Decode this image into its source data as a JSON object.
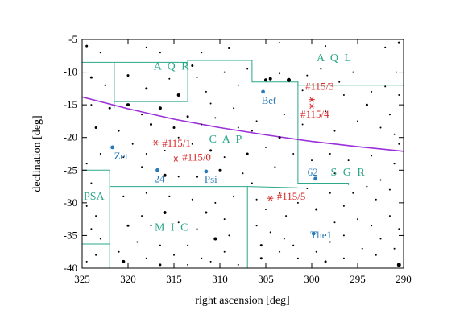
{
  "chart_data": {
    "type": "scatter",
    "xlabel": "right ascension [deg]",
    "ylabel": "declination [deg]",
    "xlim": [
      325,
      290
    ],
    "ylim": [
      -40,
      -5
    ],
    "x_ticks": [
      325,
      320,
      315,
      310,
      305,
      300,
      295,
      290
    ],
    "y_ticks": [
      -5,
      -10,
      -15,
      -20,
      -25,
      -30,
      -35,
      -40
    ],
    "grid": false,
    "colors": {
      "boundary": "#2aa889",
      "ecliptic": "#9b30d9",
      "named_star": "#2a7ab8",
      "target": "#d92b2b",
      "field_star": "#000000"
    },
    "constellations": [
      {
        "label": "A Q R",
        "ra": 315.2,
        "dec": -9.6
      },
      {
        "label": "A Q L",
        "ra": 297.5,
        "dec": -8.3
      },
      {
        "label": "C A P",
        "ra": 309.3,
        "dec": -20.8
      },
      {
        "label": "S G R",
        "ra": 296.0,
        "dec": -25.8
      },
      {
        "label": "P S A",
        "text": "PSA",
        "ra": 323.7,
        "dec": -29.5
      },
      {
        "label": "M I C",
        "ra": 315.2,
        "dec": -34.3
      }
    ],
    "ecliptic": [
      {
        "ra": 325,
        "dec": -13.8
      },
      {
        "ra": 320,
        "dec": -15.6
      },
      {
        "ra": 315,
        "dec": -17.2
      },
      {
        "ra": 310,
        "dec": -18.5
      },
      {
        "ra": 305,
        "dec": -19.6
      },
      {
        "ra": 300,
        "dec": -20.6
      },
      {
        "ra": 295,
        "dec": -21.4
      },
      {
        "ra": 290,
        "dec": -22.1
      }
    ],
    "boundaries": [
      [
        [
          325,
          -8.5
        ],
        [
          321.5,
          -8.5
        ],
        [
          321.5,
          -14.5
        ],
        [
          313.5,
          -14.5
        ],
        [
          313.5,
          -8.5
        ],
        [
          325,
          -8.5
        ]
      ],
      [
        [
          313.5,
          -8.5
        ],
        [
          313.5,
          -8.2
        ],
        [
          306.5,
          -8.2
        ],
        [
          306.5,
          -11.5
        ],
        [
          301.5,
          -11.5
        ],
        [
          301.5,
          -27.0
        ],
        [
          296.0,
          -27.0
        ],
        [
          296.0,
          -27.3
        ]
      ],
      [
        [
          301.5,
          -11.5
        ],
        [
          301.5,
          -12.0
        ],
        [
          290,
          -12.0
        ]
      ],
      [
        [
          321.5,
          -14.5
        ],
        [
          321.5,
          -15.5
        ]
      ],
      [
        [
          325,
          -25.0
        ],
        [
          322.0,
          -25.0
        ],
        [
          322.0,
          -40.0
        ]
      ],
      [
        [
          322.0,
          -27.5
        ],
        [
          307.0,
          -27.5
        ],
        [
          307.0,
          -40.0
        ]
      ],
      [
        [
          307.0,
          -27.5
        ],
        [
          301.5,
          -27.7
        ]
      ],
      [
        [
          325,
          -36.3
        ],
        [
          322.0,
          -36.3
        ]
      ]
    ],
    "named_stars": [
      {
        "name": "Bet",
        "ra": 305.3,
        "dec": -13.0,
        "label_dx": -2,
        "label_dy": 15
      },
      {
        "name": "Zet",
        "ra": 321.7,
        "dec": -21.5,
        "label_dx": 2,
        "label_dy": 15
      },
      {
        "name": "24",
        "ra": 316.8,
        "dec": -25.0,
        "label_dx": -4,
        "label_dy": 15
      },
      {
        "name": "Psi",
        "ra": 311.5,
        "dec": -25.2,
        "label_dx": -2,
        "label_dy": 14
      },
      {
        "name": "62",
        "ra": 299.6,
        "dec": -26.3,
        "label_dx": -10,
        "label_dy": -4
      },
      {
        "name": "The1",
        "ra": 299.8,
        "dec": -34.7,
        "label_dx": -4,
        "label_dy": 6
      }
    ],
    "targets": [
      {
        "name": "#115/3",
        "ra": 300.0,
        "dec": -14.2,
        "label_dx": -8,
        "label_dy": -12
      },
      {
        "name": "#115/4",
        "ra": 300.0,
        "dec": -15.2,
        "label_dx": -14,
        "label_dy": 14
      },
      {
        "name": "#115/1",
        "ra": 317.0,
        "dec": -20.8,
        "label_dx": 8,
        "label_dy": 5
      },
      {
        "name": "#115/0",
        "ra": 314.8,
        "dec": -23.3,
        "label_dx": 8,
        "label_dy": 2
      },
      {
        "name": "#115/5",
        "ra": 304.5,
        "dec": -29.3,
        "label_dx": 8,
        "label_dy": 2
      }
    ],
    "field_stars": [
      [
        324.5,
        -6.0,
        1.5
      ],
      [
        323.0,
        -7.0,
        1
      ],
      [
        318.0,
        -6.2,
        1
      ],
      [
        316.5,
        -7.0,
        1
      ],
      [
        312.0,
        -7.0,
        1
      ],
      [
        309.0,
        -6.3,
        1.5
      ],
      [
        303.5,
        -5.5,
        1
      ],
      [
        298.5,
        -6.0,
        1
      ],
      [
        292.0,
        -6.2,
        1
      ],
      [
        290.5,
        -5.5,
        1.5
      ],
      [
        324.0,
        -10.8,
        1.5
      ],
      [
        322.5,
        -12.0,
        1
      ],
      [
        320.0,
        -10.5,
        1.5
      ],
      [
        318.0,
        -12.5,
        1.5
      ],
      [
        315.5,
        -11.0,
        1
      ],
      [
        313.0,
        -9.0,
        1.5
      ],
      [
        314.5,
        -13.5,
        2
      ],
      [
        312.5,
        -10.8,
        1
      ],
      [
        311.5,
        -13.0,
        1
      ],
      [
        309.5,
        -10.0,
        1
      ],
      [
        308.0,
        -12.0,
        1
      ],
      [
        307.0,
        -9.5,
        1
      ],
      [
        305.0,
        -11.2,
        2
      ],
      [
        304.5,
        -11.0,
        2
      ],
      [
        303.5,
        -10.2,
        1
      ],
      [
        302.5,
        -11.2,
        2.5
      ],
      [
        301.0,
        -12.8,
        1
      ],
      [
        300.5,
        -10.5,
        1
      ],
      [
        299.0,
        -9.5,
        1
      ],
      [
        297.0,
        -11.5,
        1
      ],
      [
        295.5,
        -10.0,
        1
      ],
      [
        293.5,
        -13.0,
        1
      ],
      [
        292.0,
        -12.2,
        1
      ],
      [
        290.8,
        -10.0,
        1
      ],
      [
        290.5,
        -13.5,
        1
      ],
      [
        304.0,
        -14.0,
        1
      ],
      [
        308.5,
        -15.5,
        1
      ],
      [
        303.0,
        -16.5,
        1
      ],
      [
        306.0,
        -17.5,
        1
      ],
      [
        298.5,
        -16.0,
        1
      ],
      [
        296.5,
        -13.5,
        1
      ],
      [
        294.0,
        -15.0,
        1.5
      ],
      [
        291.5,
        -16.5,
        1
      ],
      [
        292.5,
        -18.5,
        1
      ],
      [
        295.0,
        -17.5,
        1
      ],
      [
        297.5,
        -19.0,
        1
      ],
      [
        291.0,
        -19.5,
        1
      ],
      [
        290.5,
        -21.0,
        1
      ],
      [
        324.0,
        -15.0,
        1
      ],
      [
        322.0,
        -15.5,
        1.5
      ],
      [
        320.0,
        -15.0,
        2
      ],
      [
        318.5,
        -16.5,
        1
      ],
      [
        316.5,
        -15.5,
        2
      ],
      [
        317.5,
        -18.0,
        1.5
      ],
      [
        315.0,
        -18.5,
        1.5
      ],
      [
        313.5,
        -16.8,
        1.5
      ],
      [
        312.0,
        -18.0,
        1
      ],
      [
        310.5,
        -17.0,
        1
      ],
      [
        308.0,
        -18.5,
        1
      ],
      [
        306.5,
        -19.0,
        1
      ],
      [
        323.5,
        -18.5,
        1.5
      ],
      [
        321.0,
        -19.0,
        1
      ],
      [
        319.5,
        -21.0,
        1
      ],
      [
        318.0,
        -22.5,
        1
      ],
      [
        316.0,
        -22.0,
        1
      ],
      [
        313.0,
        -21.0,
        1
      ],
      [
        311.0,
        -22.0,
        1.5
      ],
      [
        309.5,
        -23.0,
        1
      ],
      [
        307.0,
        -22.5,
        1.5
      ],
      [
        305.0,
        -21.5,
        1
      ],
      [
        303.5,
        -20.0,
        1.5
      ],
      [
        302.0,
        -22.5,
        1
      ],
      [
        304.0,
        -24.5,
        1
      ],
      [
        307.5,
        -25.5,
        1
      ],
      [
        310.0,
        -25.0,
        1.5
      ],
      [
        312.5,
        -26.0,
        1.5
      ],
      [
        314.5,
        -26.0,
        1
      ],
      [
        316.0,
        -25.8,
        2
      ],
      [
        318.5,
        -24.5,
        1
      ],
      [
        320.5,
        -23.0,
        1
      ],
      [
        323.0,
        -22.5,
        1
      ],
      [
        324.5,
        -24.0,
        1
      ],
      [
        300.0,
        -23.5,
        1
      ],
      [
        298.0,
        -22.5,
        1
      ],
      [
        296.0,
        -23.5,
        1
      ],
      [
        293.5,
        -22.8,
        1
      ],
      [
        291.0,
        -24.0,
        1
      ],
      [
        292.5,
        -26.5,
        1
      ],
      [
        294.5,
        -25.5,
        1
      ],
      [
        297.5,
        -25.5,
        1
      ],
      [
        298.0,
        -28.5,
        1
      ],
      [
        295.5,
        -28.5,
        1
      ],
      [
        293.0,
        -29.5,
        1
      ],
      [
        291.5,
        -28.0,
        1
      ],
      [
        296.5,
        -30.5,
        1
      ],
      [
        299.5,
        -31.0,
        1.5
      ],
      [
        301.5,
        -30.0,
        1
      ],
      [
        302.8,
        -32.0,
        1
      ],
      [
        305.0,
        -31.0,
        1
      ],
      [
        303.5,
        -28.5,
        1
      ],
      [
        306.0,
        -29.5,
        1
      ],
      [
        308.5,
        -29.0,
        1
      ],
      [
        310.5,
        -30.0,
        1
      ],
      [
        313.0,
        -29.5,
        1
      ],
      [
        315.5,
        -29.0,
        1
      ],
      [
        318.0,
        -28.5,
        1
      ],
      [
        320.5,
        -29.0,
        1
      ],
      [
        316.0,
        -31.5,
        2
      ],
      [
        311.5,
        -31.5,
        1.5
      ],
      [
        309.5,
        -32.5,
        1
      ],
      [
        318.5,
        -32.0,
        1
      ],
      [
        320.0,
        -33.5,
        1.5
      ],
      [
        317.5,
        -33.5,
        1
      ],
      [
        314.5,
        -33.0,
        1
      ],
      [
        312.5,
        -34.0,
        1
      ],
      [
        310.5,
        -35.5,
        2
      ],
      [
        309.0,
        -35.0,
        1
      ],
      [
        313.5,
        -36.5,
        1
      ],
      [
        316.5,
        -36.5,
        1
      ],
      [
        319.0,
        -36.0,
        1
      ],
      [
        321.0,
        -37.5,
        1
      ],
      [
        318.0,
        -38.5,
        1
      ],
      [
        315.0,
        -38.0,
        1
      ],
      [
        312.0,
        -38.5,
        1
      ],
      [
        309.5,
        -37.5,
        1
      ],
      [
        320.5,
        -39.0,
        2
      ],
      [
        316.5,
        -39.5,
        1.5
      ],
      [
        313.5,
        -39.5,
        1
      ],
      [
        311.0,
        -39.0,
        1
      ],
      [
        308.0,
        -39.5,
        1
      ],
      [
        324.0,
        -27.0,
        1
      ],
      [
        323.0,
        -28.5,
        1
      ],
      [
        324.5,
        -30.5,
        1
      ],
      [
        323.5,
        -32.0,
        1
      ],
      [
        324.0,
        -34.0,
        1
      ],
      [
        323.0,
        -35.5,
        1
      ],
      [
        323.5,
        -38.0,
        1
      ],
      [
        324.5,
        -39.0,
        1
      ],
      [
        306.0,
        -33.5,
        1
      ],
      [
        304.5,
        -34.5,
        1
      ],
      [
        303.0,
        -35.5,
        1
      ],
      [
        305.5,
        -36.5,
        1.5
      ],
      [
        303.5,
        -37.5,
        1
      ],
      [
        302.0,
        -36.5,
        1
      ],
      [
        301.5,
        -38.5,
        1
      ],
      [
        299.5,
        -37.5,
        1
      ],
      [
        298.0,
        -36.0,
        1
      ],
      [
        296.5,
        -35.0,
        1
      ],
      [
        297.5,
        -33.0,
        1
      ],
      [
        295.0,
        -32.5,
        1
      ],
      [
        293.5,
        -33.5,
        1
      ],
      [
        291.5,
        -32.0,
        1
      ],
      [
        290.5,
        -34.0,
        1
      ],
      [
        292.5,
        -35.5,
        1
      ],
      [
        294.5,
        -37.0,
        1
      ],
      [
        296.5,
        -38.5,
        1
      ],
      [
        293.0,
        -38.0,
        1
      ],
      [
        291.0,
        -37.0,
        1
      ],
      [
        290.5,
        -39.5,
        2.5
      ],
      [
        298.5,
        -39.0,
        1.5
      ],
      [
        305.5,
        -38.5,
        1.5
      ],
      [
        306.5,
        -27.0,
        1
      ],
      [
        300.5,
        -27.8,
        1
      ],
      [
        294.0,
        -27.5,
        1
      ],
      [
        311.0,
        -14.8,
        1
      ],
      [
        301.0,
        -18.0,
        1
      ],
      [
        314.5,
        -20.0,
        1
      ]
    ]
  }
}
